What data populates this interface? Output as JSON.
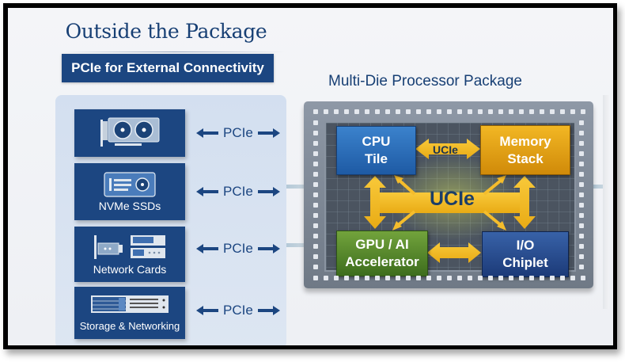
{
  "outside": {
    "title": "Outside the Package",
    "subtitle": "PCIe for External Connectivity",
    "devices": [
      {
        "label": "",
        "icon": "gpu-card-icon"
      },
      {
        "label": "NVMe SSDs",
        "icon": "nvme-ssd-icon"
      },
      {
        "label": "Network Cards",
        "icon": "network-card-icon"
      },
      {
        "label": "Storage & Networking",
        "icon": "server-rack-icon"
      }
    ],
    "link_label": "PCIe"
  },
  "package": {
    "title": "Multi-Die Processor Package",
    "tiles": {
      "cpu": {
        "line1": "CPU",
        "line2": "Tile"
      },
      "memory": {
        "line1": "Memory",
        "line2": "Stack"
      },
      "gpu": {
        "line1": "GPU / AI",
        "line2": "Accelerator"
      },
      "io": {
        "line1": "I/O",
        "line2": "Chiplet"
      }
    },
    "interconnect_small": "UCIe",
    "interconnect_big": "UCIe"
  },
  "colors": {
    "navy": "#1c4681",
    "title": "#173f74",
    "cpu": "#2a6bb8",
    "memory": "#e3a215",
    "gpu": "#5a8a2e",
    "io": "#26468a",
    "ucie_arrow": "#f5bd2c"
  }
}
